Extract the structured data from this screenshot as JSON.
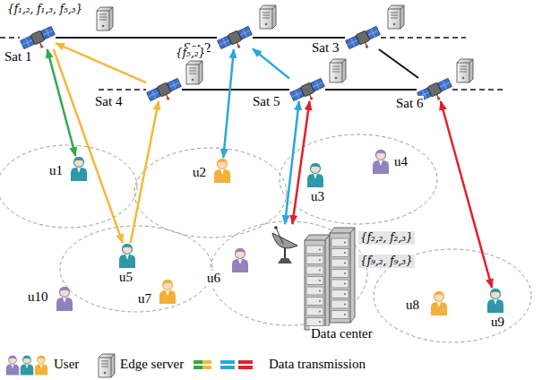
{
  "diagram": {
    "nodes": [
      {
        "text": [
          "Sat 1"
        ]
      },
      {
        "text": [
          "Sat 2"
        ]
      },
      {
        "text": [
          "Sat 3"
        ]
      },
      {
        "text": [
          "Sat 4"
        ]
      },
      {
        "text": [
          "Sat 5"
        ]
      },
      {
        "text": [
          "Sat 6"
        ]
      },
      {
        "text": [
          "u1"
        ]
      },
      {
        "text": [
          "u2"
        ]
      },
      {
        "text": [
          "u3"
        ]
      },
      {
        "text": [
          "u4"
        ]
      },
      {
        "text": [
          "u5"
        ]
      },
      {
        "text": [
          "u6"
        ]
      },
      {
        "text": [
          "u7"
        ]
      },
      {
        "text": [
          "u8"
        ]
      },
      {
        "text": [
          "u9"
        ]
      },
      {
        "text": [
          "u10"
        ]
      },
      {
        "text": [
          "Data center"
        ]
      }
    ],
    "edges": [
      {
        "from": 0,
        "to": 1,
        "arrow": "none"
      },
      {
        "from": 1,
        "to": 2,
        "arrow": "none"
      },
      {
        "from": 3,
        "to": 4,
        "arrow": "none"
      },
      {
        "from": 4,
        "to": 5,
        "arrow": "none"
      },
      {
        "from": 2,
        "to": 5,
        "arrow": "none"
      },
      {
        "from": 0,
        "to": 6,
        "arrow": "both"
      },
      {
        "from": 0,
        "to": 10,
        "arrow": "to"
      },
      {
        "from": 10,
        "to": 3,
        "arrow": "to"
      },
      {
        "from": 3,
        "to": 0,
        "arrow": "to"
      },
      {
        "from": 1,
        "to": 7,
        "arrow": "both"
      },
      {
        "from": 4,
        "to": 1,
        "arrow": "to"
      },
      {
        "from": 16,
        "to": 4,
        "arrow": "both"
      },
      {
        "from": 16,
        "to": 4,
        "arrow": "both"
      },
      {
        "from": 5,
        "to": 14,
        "arrow": "both"
      }
    ],
    "labels": [
      "{f₁,₂, f₁,₃, f₅,₃}",
      "{f₅,₂}",
      "{f₂,₂, f₂,₃}",
      "{f₉,₂, f₉,₃}"
    ],
    "legend": [
      {
        "text": "User"
      },
      {
        "text": "Edge server"
      },
      {
        "text": "Data transmission"
      }
    ]
  }
}
